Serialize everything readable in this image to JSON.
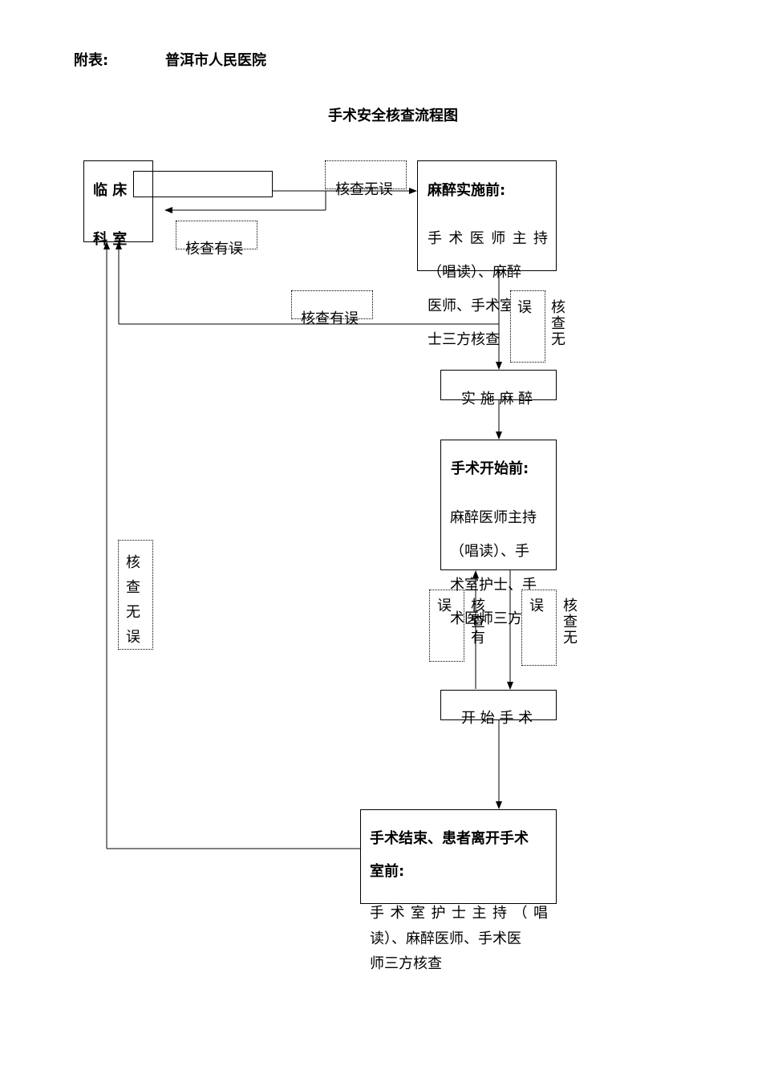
{
  "header": {
    "label": "附表:",
    "hospital": "普洱市人民医院"
  },
  "title": "手术安全核查流程图",
  "nodes": {
    "clinical": {
      "line1": "临 床",
      "line2": "科 室"
    },
    "pre_anesthesia": {
      "title": "麻醉实施前:",
      "lines": [
        "手 术 医 师 主 持",
        "（唱读）、麻醉",
        "医师、手术室护",
        "士三方核查"
      ]
    },
    "anesthesia": {
      "label": "实 施 麻 醉"
    },
    "pre_surgery": {
      "title": "手术开始前:",
      "lines": [
        "麻醉医师主持",
        "（唱读）、手",
        "术室护士、手",
        "术医师三方"
      ]
    },
    "start_surgery": {
      "label": "开 始 手 术"
    },
    "post_surgery": {
      "title_line1": "手术结束、患者离开手术",
      "title_line2": "室前:",
      "lines": [
        "手 术 室 护 士 主 持 （ 唱",
        "读）、麻醉医师、手术医",
        "师三方核查"
      ]
    }
  },
  "labels": {
    "check_ok_top": "核查无误",
    "check_err_top": "核查有误",
    "check_err_mid": "核查有误",
    "check_ok_left": "核查无误",
    "check_ok_right1": "核查无",
    "err_char_right1": "误",
    "check_has_mid": "核查有",
    "err_char_mid": "误",
    "check_ok_right2": "核查无",
    "err_char_right2": "误"
  }
}
